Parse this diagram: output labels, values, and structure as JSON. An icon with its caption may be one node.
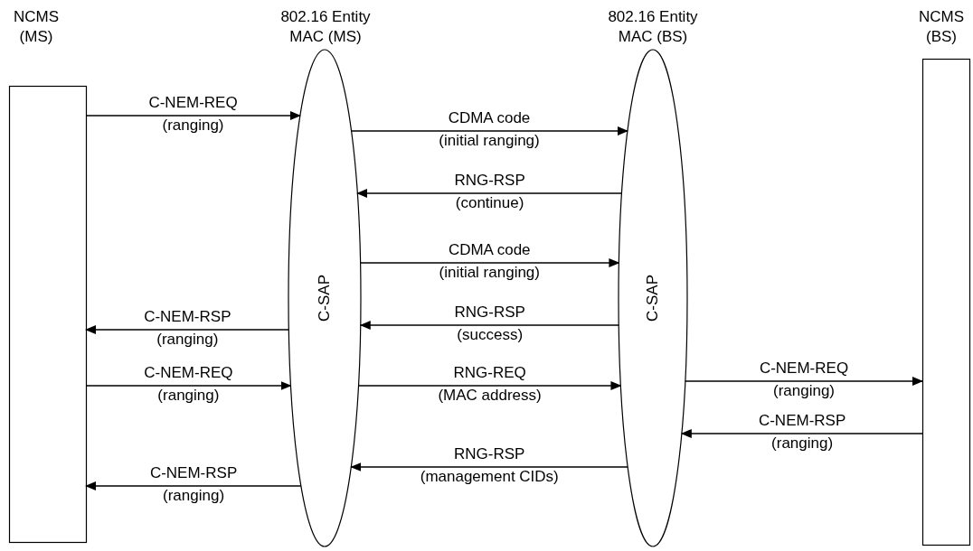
{
  "diagram": {
    "nodes": [
      {
        "text": [
          "NCMS (MS)"
        ]
      },
      {
        "text": [
          "802.16 Entity MAC (MS)",
          "C-SAP"
        ]
      },
      {
        "text": [
          "802.16 Entity MAC (BS)",
          "C-SAP"
        ]
      },
      {
        "text": [
          "NCMS (BS)"
        ]
      }
    ],
    "edges": [
      {
        "from": 0,
        "to": 1,
        "arrow": "to",
        "label": "C-NEM-REQ (ranging)"
      },
      {
        "from": 1,
        "to": 2,
        "arrow": "to",
        "label": "CDMA code (initial ranging)"
      },
      {
        "from": 2,
        "to": 1,
        "arrow": "to",
        "label": "RNG-RSP (continue)"
      },
      {
        "from": 1,
        "to": 2,
        "arrow": "to",
        "label": "CDMA code (initial ranging)"
      },
      {
        "from": 2,
        "to": 1,
        "arrow": "to",
        "label": "RNG-RSP (success)"
      },
      {
        "from": 1,
        "to": 0,
        "arrow": "to",
        "label": "C-NEM-RSP (ranging)"
      },
      {
        "from": 0,
        "to": 1,
        "arrow": "to",
        "label": "C-NEM-REQ (ranging)"
      },
      {
        "from": 1,
        "to": 2,
        "arrow": "to",
        "label": "RNG-REQ (MAC address)"
      },
      {
        "from": 2,
        "to": 3,
        "arrow": "to",
        "label": "C-NEM-REQ (ranging)"
      },
      {
        "from": 3,
        "to": 2,
        "arrow": "to",
        "label": "C-NEM-RSP (ranging)"
      },
      {
        "from": 2,
        "to": 1,
        "arrow": "to",
        "label": "RNG-RSP (management CIDs)"
      },
      {
        "from": 1,
        "to": 0,
        "arrow": "to",
        "label": "C-NEM-RSP (ranging)"
      }
    ]
  }
}
